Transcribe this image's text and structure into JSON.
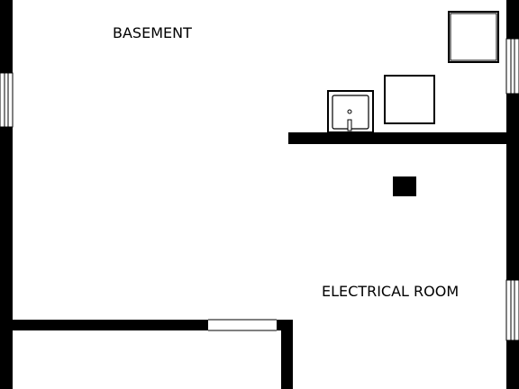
{
  "rooms": [
    {
      "label": "BASEMENT"
    },
    {
      "label": "ELECTRICAL ROOM"
    }
  ],
  "colors": {
    "wall": "#000000",
    "background": "#ffffff",
    "fixture_stroke": "#000000"
  },
  "fixtures": {
    "sink": "sink-icon",
    "appliance": "appliance-icon",
    "column": "support-column"
  }
}
